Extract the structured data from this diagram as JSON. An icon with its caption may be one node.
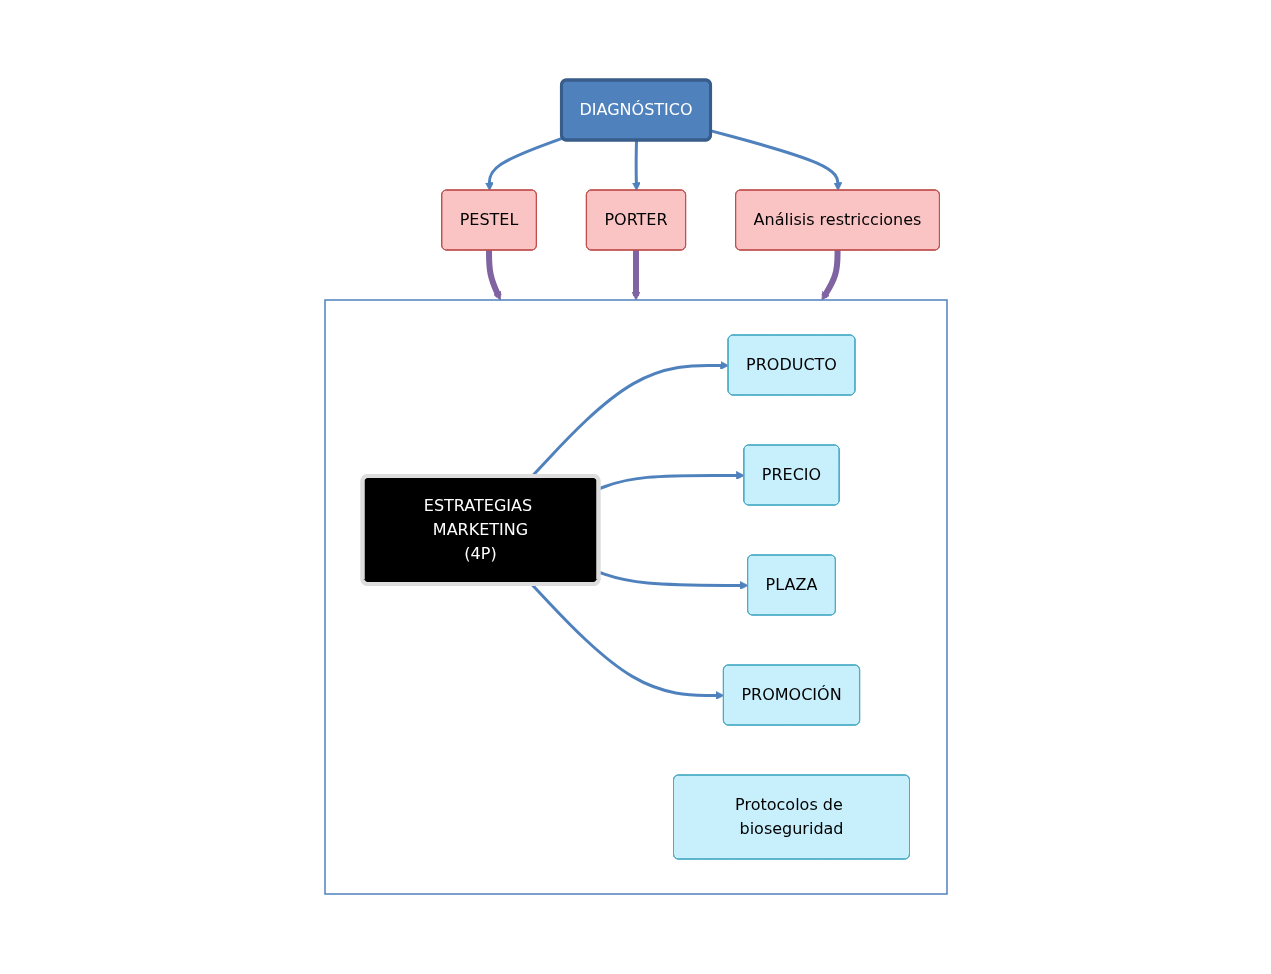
{
  "diagram": {
    "nodes": [
      {
        "text": [
          "DIAGNÓSTICO"
        ]
      },
      {
        "text": [
          "PESTEL"
        ]
      },
      {
        "text": [
          "PORTER"
        ]
      },
      {
        "text": [
          "Análisis restricciones"
        ]
      },
      {
        "text": [],
        "shape": "box"
      },
      {
        "text": [
          "ESTRATEGIAS MARKETING",
          "(4P)"
        ],
        "in": 4
      },
      {
        "text": [
          "PRODUCTO"
        ],
        "in": 4
      },
      {
        "text": [
          "PRECIO"
        ],
        "in": 4
      },
      {
        "text": [
          "PLAZA"
        ],
        "in": 4
      },
      {
        "text": [
          "PROMOCIÓN"
        ],
        "in": 4
      },
      {
        "text": [
          "Protocolos de bioseguridad"
        ],
        "in": 4
      }
    ],
    "edges": [
      {
        "from": 0,
        "to": 1,
        "arrow": "to"
      },
      {
        "from": 0,
        "to": 2,
        "arrow": "to"
      },
      {
        "from": 0,
        "to": 3,
        "arrow": "to"
      },
      {
        "from": 1,
        "to": 4,
        "arrow": "to",
        "style": "thick",
        "color": "#8064a2"
      },
      {
        "from": 2,
        "to": 4,
        "arrow": "to",
        "style": "thick",
        "color": "#8064a2"
      },
      {
        "from": 3,
        "to": 4,
        "arrow": "to",
        "style": "thick",
        "color": "#8064a2"
      },
      {
        "from": 5,
        "to": 6,
        "arrow": "to"
      },
      {
        "from": 5,
        "to": 7,
        "arrow": "to"
      },
      {
        "from": 5,
        "to": 8,
        "arrow": "to"
      },
      {
        "from": 5,
        "to": 9,
        "arrow": "to"
      }
    ]
  }
}
